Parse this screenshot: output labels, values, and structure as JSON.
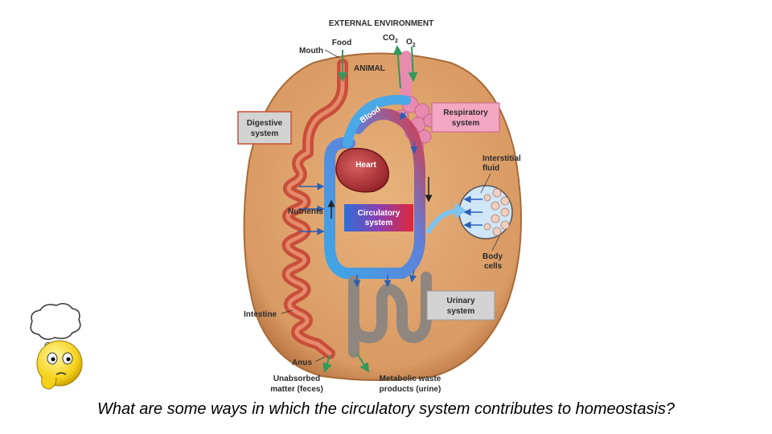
{
  "diagram": {
    "external_environment": "EXTERNAL ENVIRONMENT",
    "food": "Food",
    "co2": "CO",
    "co2_sub": "2",
    "o2": "O",
    "o2_sub": "2",
    "mouth": "Mouth",
    "animal": "ANIMAL",
    "blood": "Blood",
    "digestive_line1": "Digestive",
    "digestive_line2": "system",
    "respiratory_line1": "Respiratory",
    "respiratory_line2": "system",
    "heart": "Heart",
    "interstitial_line1": "Interstitial",
    "interstitial_line2": "fluid",
    "nutrients": "Nutrients",
    "circulatory_line1": "Circulatory",
    "circulatory_line2": "system",
    "body_cells_line1": "Body",
    "body_cells_line2": "cells",
    "urinary_line1": "Urinary",
    "urinary_line2": "system",
    "intestine": "Intestine",
    "anus": "Anus",
    "unabsorbed_line1": "Unabsorbed",
    "unabsorbed_line2": "matter (feces)",
    "metabolic_line1": "Metabolic waste",
    "metabolic_line2": "products (urine)"
  },
  "question": "What are some ways in which the circulatory system contributes to homeostasis?",
  "colors": {
    "animal_body": "#e0a46c",
    "digestive": "#d0573f",
    "respiratory": "#e98bb0",
    "blood_oxygenated": "#d83a4a",
    "blood_deoxygenated": "#3fa2e0",
    "urinary": "#8f8680",
    "label_box_gray": "#d3d3d3",
    "label_box_pink": "#f3a7c2"
  }
}
